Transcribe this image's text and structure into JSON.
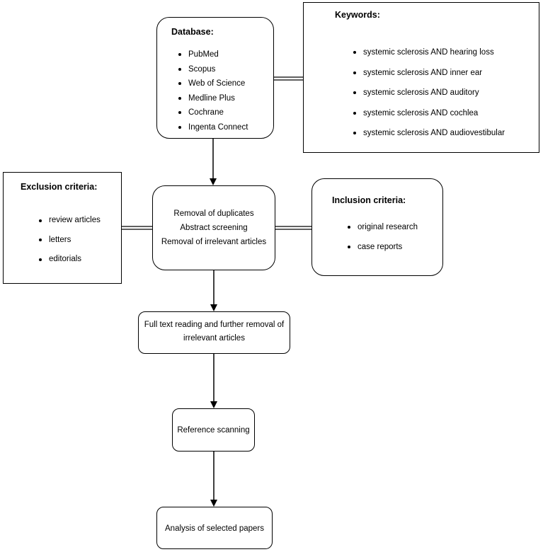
{
  "database": {
    "title": "Database:",
    "items": [
      "PubMed",
      "Scopus",
      "Web of Science",
      "Medline Plus",
      "Cochrane",
      "Ingenta Connect"
    ]
  },
  "keywords": {
    "title": "Keywords:",
    "items": [
      "systemic sclerosis AND hearing loss",
      "systemic sclerosis AND inner ear",
      "systemic sclerosis AND auditory",
      "systemic sclerosis AND cochlea",
      "systemic sclerosis AND audiovestibular"
    ]
  },
  "exclusion": {
    "title": "Exclusion criteria:",
    "items": [
      "review articles",
      "letters",
      "editorials"
    ]
  },
  "screening": {
    "lines": [
      "Removal of duplicates",
      "Abstract screening",
      "Removal of irrelevant articles"
    ]
  },
  "inclusion": {
    "title": "Inclusion criteria:",
    "items": [
      "original research",
      "case reports"
    ]
  },
  "fulltext": {
    "lines": [
      "Full text reading and further removal of",
      "irrelevant articles"
    ]
  },
  "reference": {
    "label": "Reference scanning"
  },
  "analysis": {
    "label": "Analysis of selected papers"
  }
}
